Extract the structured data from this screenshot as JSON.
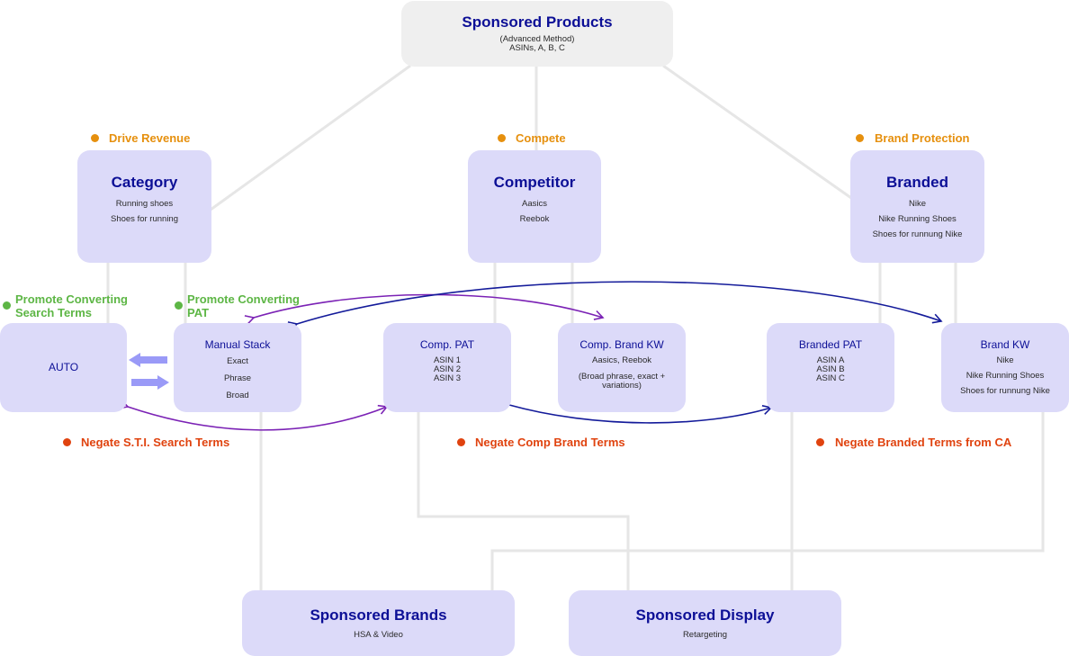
{
  "colors": {
    "title": "#0c0f96",
    "box_fill": "#dcdaf9",
    "root_fill": "#efefef",
    "connector": "#e6e6e6",
    "goal": "#e6900e",
    "promote": "#5db645",
    "negate": "#e0430f",
    "arrow_purple": "#7b22b5",
    "arrow_navy": "#141b9a",
    "block_arrow": "#9a9af7",
    "down_arrow": "#e0430f",
    "up_arrow": "#5db645"
  },
  "root": {
    "title": "Sponsored Products",
    "line1": "(Advanced Method)",
    "line2": "ASINs, A, B, C"
  },
  "goals": {
    "revenue": "Drive Revenue",
    "compete": "Compete",
    "protection": "Brand Protection"
  },
  "category": {
    "title": "Category",
    "lines": [
      "Running shoes",
      "Shoes for running"
    ]
  },
  "competitor": {
    "title": "Competitor",
    "lines": [
      "Aasics",
      "Reebok"
    ]
  },
  "branded": {
    "title": "Branded",
    "lines": [
      "Nike",
      "Nike Running Shoes",
      "Shoes for runnung Nike"
    ]
  },
  "promote": {
    "search_terms": [
      "Promote Converting",
      "Search Terms"
    ],
    "pat": [
      "Promote Converting",
      "PAT"
    ]
  },
  "auto": {
    "title": "AUTO"
  },
  "manual": {
    "title": "Manual Stack",
    "lines": [
      "Exact",
      "Phrase",
      "Broad"
    ]
  },
  "comp_pat": {
    "title": "Comp. PAT",
    "lines": [
      "ASIN 1",
      "ASIN 2",
      "ASIN 3"
    ]
  },
  "comp_brand_kw": {
    "title": "Comp. Brand KW",
    "lines": [
      "Aasics, Reebok",
      "(Broad phrase, exact +",
      "variations)"
    ]
  },
  "branded_pat": {
    "title": "Branded PAT",
    "lines": [
      "ASIN A",
      "ASIN B",
      "ASIN C"
    ]
  },
  "brand_kw": {
    "title": "Brand KW",
    "lines": [
      "Nike",
      "Nike Running Shoes",
      "Shoes for runnung Nike"
    ]
  },
  "negate": {
    "sti": "Negate S.T.I. Search Terms",
    "comp": "Negate Comp Brand Terms",
    "branded": "Negate Branded Terms from CA"
  },
  "sponsored_brands": {
    "title": "Sponsored Brands",
    "line": "HSA & Video"
  },
  "sponsored_display": {
    "title": "Sponsored Display",
    "line": "Retargeting"
  }
}
